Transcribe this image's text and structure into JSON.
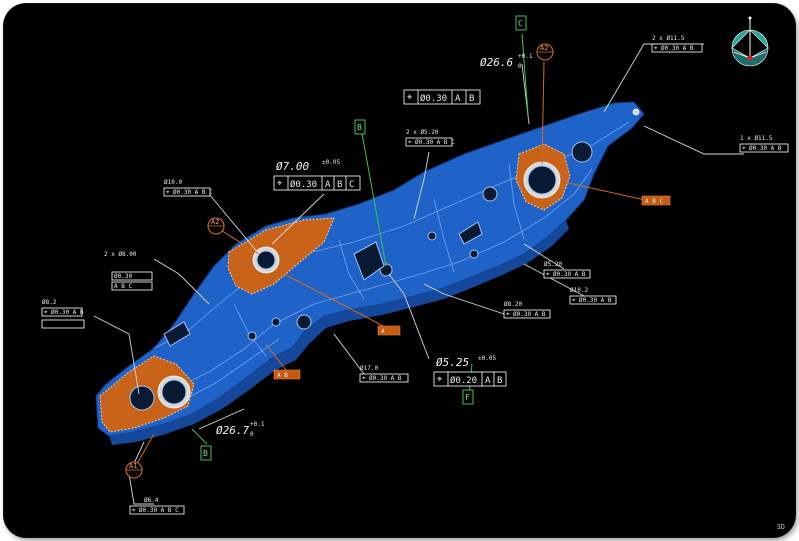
{
  "callouts": {
    "hole_top_center": {
      "size": "Ø26.6",
      "tol_upper": "+0.1",
      "tol_lower": "0",
      "fcf": [
        "⌖",
        "Ø0.30",
        "A",
        "B"
      ]
    },
    "top_right_note": "2 x Ø11.5",
    "top_right_note_fcf": "⌖ Ø0.30 A B",
    "mid_note_top": "2 x Ø5.20",
    "mid_note_top_fcf": "⌖ Ø0.30 A B C",
    "main_hole": {
      "size": "Ø7.00",
      "tol": "±0.05",
      "fcf": [
        "⌖",
        "Ø0.30",
        "A",
        "B",
        "C"
      ]
    },
    "left_top_note": "Ø10.0",
    "left_top_note_fcf": "⌖ Ø0.30 A B C",
    "left_mid_note": "2 x Ø8.00",
    "left_mid_note_box1": "Ø0.30",
    "left_mid_note_box2": "A B C",
    "left_lower_note": "Ø8.2",
    "left_lower_note_fcf": "⌖ Ø0.30 A B",
    "bottom_left_note": "Ø6.4",
    "bottom_left_note_fcf": "⌖ Ø0.30 A B C",
    "bottom_hole": {
      "size": "Ø26.7",
      "tol_upper": "+0.1",
      "tol_lower": "0"
    },
    "center_low_note": "Ø17.0",
    "center_low_note_fcf": "⌖ Ø0.30 A B",
    "center_hole": {
      "size": "Ø5.25",
      "tol": "±0.05",
      "fcf": [
        "⌖",
        "Ø0.20",
        "A",
        "B"
      ]
    },
    "right_mid_note_a": "Ø5.20",
    "right_mid_note_a_fcf": "⌖ Ø0.30 A B",
    "right_mid_note_b": "Ø8.20",
    "right_mid_note_b_fcf": "⌖ Ø0.30 A B",
    "right_mid_note_c": "Ø10.2",
    "right_mid_note_c_fcf": "⌖ Ø0.30 A B",
    "right_end_note": "1 x Ø11.5",
    "right_end_note_fcf": "⌖ Ø0.30 A B",
    "tag_right": "A B C",
    "tag_left_small": "A B",
    "tag_center": "A"
  },
  "datums": {
    "top": "C",
    "upper_mid": "B",
    "bottom_left": "B",
    "bottom_center": "F"
  },
  "targets": {
    "upper": "A2",
    "left": "A2",
    "bottom_left": "A1"
  },
  "colors": {
    "part": "#1f63c9",
    "flange": "#c9631a",
    "datum": "#3fbf55",
    "background": "#000000"
  },
  "compass": {
    "icon": "view-orientation-compass-icon"
  },
  "corner_label": "3D"
}
